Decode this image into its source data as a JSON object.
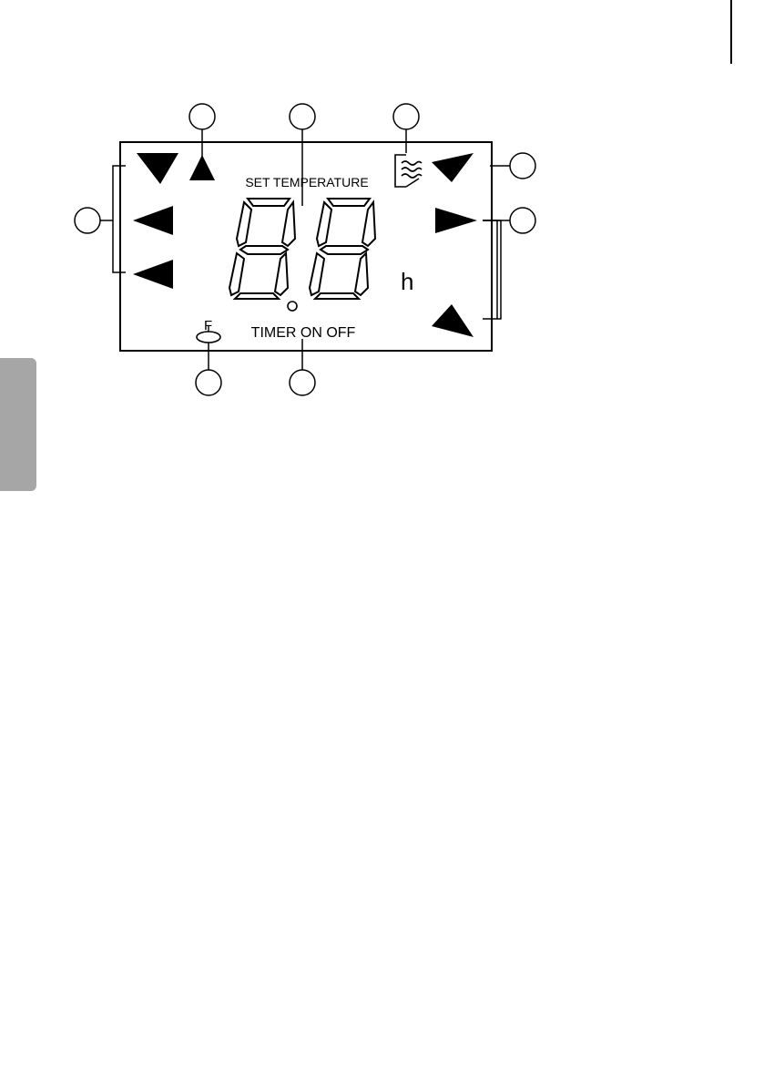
{
  "display": {
    "set_temperature_label": "SET TEMPERATURE",
    "timer_label": "TIMER ON OFF",
    "unit_hours": "h",
    "filter_letter": "F",
    "digits": "8.8"
  },
  "icons": {
    "mode_arrows_left": [
      "triangle-down-icon",
      "triangle-up-icon",
      "triangle-left-icon",
      "triangle-left-icon"
    ],
    "mode_arrows_right": [
      "triangle-down-icon",
      "triangle-right-icon",
      "triangle-up-icon"
    ],
    "heater": "heat-waves-icon",
    "filter": "filter-key-icon"
  },
  "colors": {
    "ink": "#000000",
    "side_tab": "#a6a6a6"
  }
}
